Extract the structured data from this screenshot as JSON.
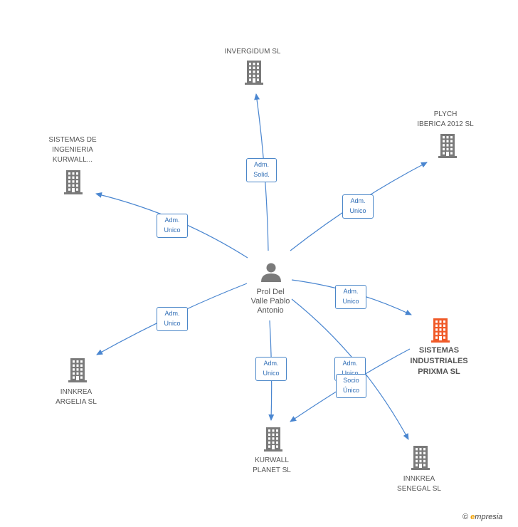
{
  "center": {
    "name_lines": [
      "Prol Del",
      "Valle Pablo",
      "Antonio"
    ]
  },
  "companies": [
    {
      "id": "invergidum",
      "lines": [
        "INVERGIDUM  SL"
      ],
      "highlight": false
    },
    {
      "id": "plych",
      "lines": [
        "PLYCH",
        "IBERICA 2012  SL"
      ],
      "highlight": false
    },
    {
      "id": "sistemas-ingenieria",
      "lines": [
        "SISTEMAS DE",
        "INGENIERIA",
        "KURWALL..."
      ],
      "highlight": false
    },
    {
      "id": "sistemas-industriales",
      "lines": [
        "SISTEMAS",
        "INDUSTRIALES",
        "PRIXMA SL"
      ],
      "highlight": true
    },
    {
      "id": "innkrea-argelia",
      "lines": [
        "INNKREA",
        "ARGELIA SL"
      ],
      "highlight": false
    },
    {
      "id": "kurwall-planet",
      "lines": [
        "KURWALL",
        "PLANET SL"
      ],
      "highlight": false
    },
    {
      "id": "innkrea-senegal",
      "lines": [
        "INNKREA",
        "SENEGAL SL"
      ],
      "highlight": false
    }
  ],
  "relations": [
    {
      "id": "r-invergidum",
      "lines": [
        "Adm.",
        "Solid."
      ]
    },
    {
      "id": "r-plych",
      "lines": [
        "Adm.",
        "Unico"
      ]
    },
    {
      "id": "r-sistemas-ingenieria",
      "lines": [
        "Adm.",
        "Unico"
      ]
    },
    {
      "id": "r-sistemas-industriales",
      "lines": [
        "Adm.",
        "Unico"
      ]
    },
    {
      "id": "r-innkrea-argelia",
      "lines": [
        "Adm.",
        "Unico"
      ]
    },
    {
      "id": "r-kurwall-planet",
      "lines": [
        "Adm.",
        "Unico"
      ]
    },
    {
      "id": "r-innkrea-senegal",
      "lines": [
        "Adm.",
        "Unico"
      ]
    },
    {
      "id": "r-socio-unico",
      "lines": [
        "Socio",
        "Único"
      ]
    }
  ],
  "colors": {
    "edge": "#4a86d0",
    "building": "#7a7a7a",
    "building_highlight": "#f05a28",
    "person": "#7a7a7a"
  },
  "footer": {
    "copyright_symbol": "©",
    "brand_initial": "e",
    "brand_rest": "mpresia"
  }
}
